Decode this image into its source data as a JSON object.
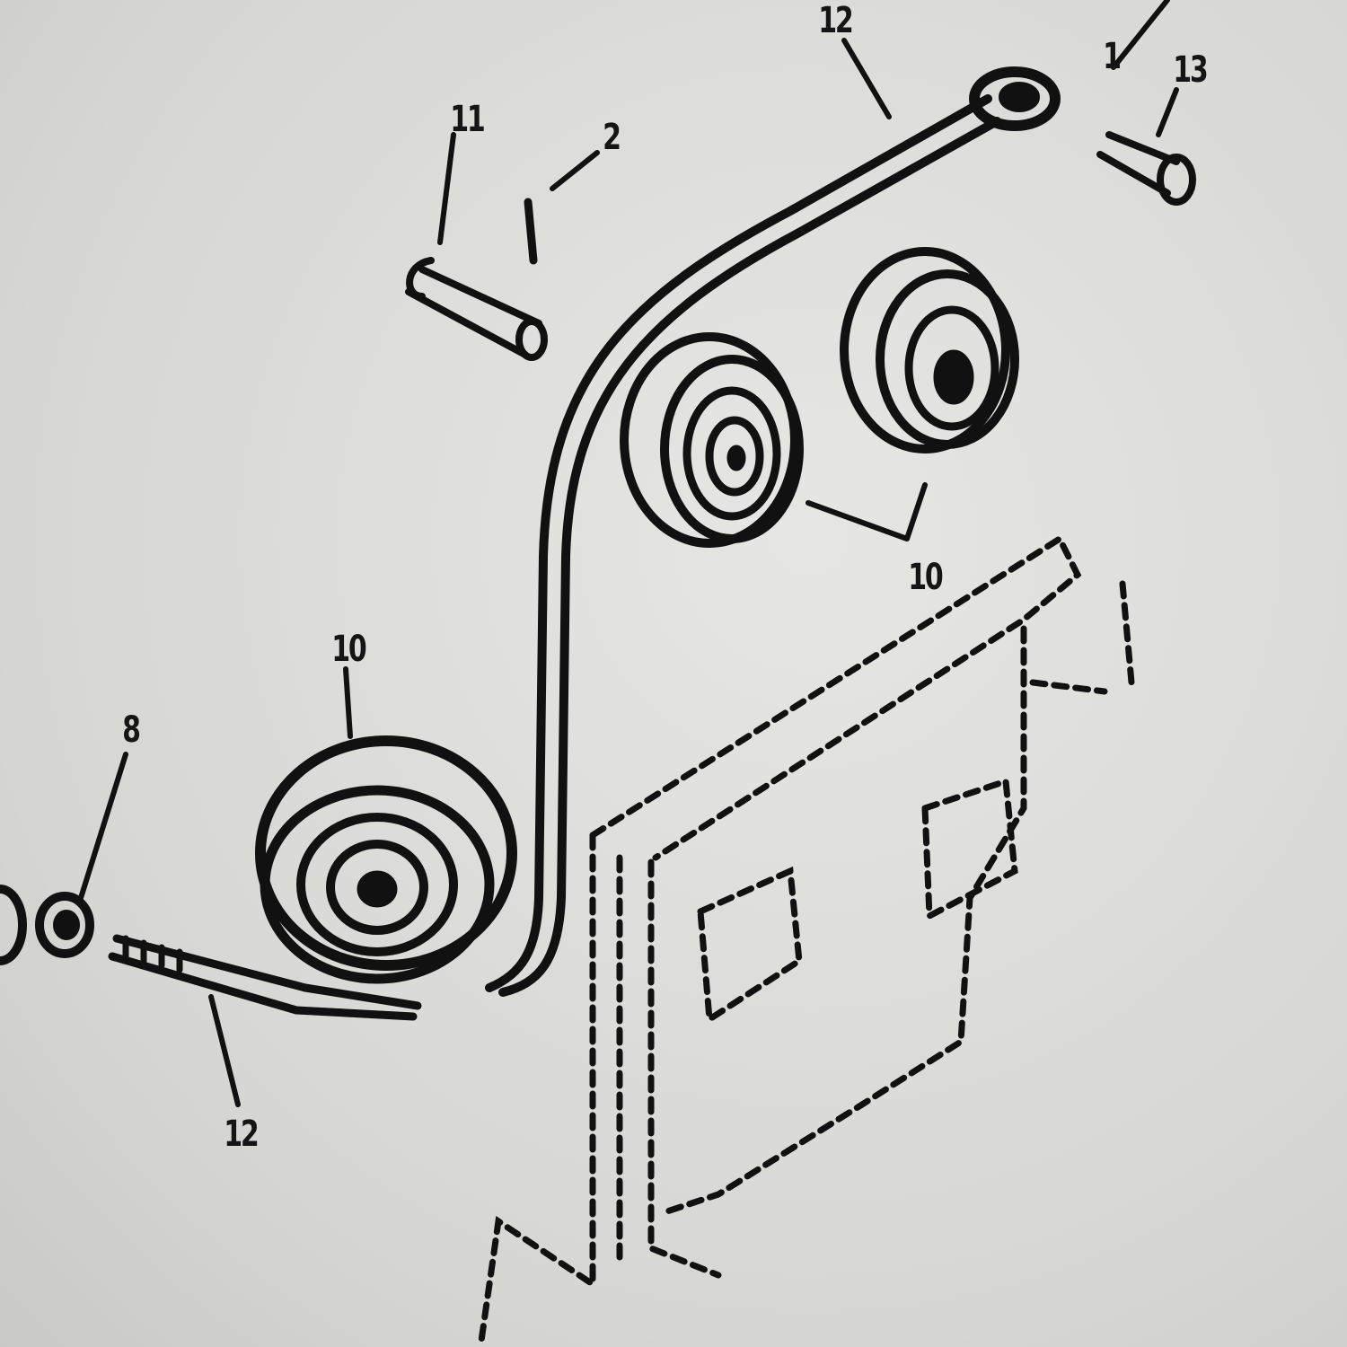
{
  "diagram": {
    "type": "exploded parts illustration",
    "callouts": [
      {
        "id": "top-12",
        "text": "12"
      },
      {
        "id": "top-11",
        "text": "11"
      },
      {
        "id": "top-2",
        "text": "2"
      },
      {
        "id": "top-13",
        "text": "13"
      },
      {
        "id": "top-1",
        "text": "1"
      },
      {
        "id": "mid-10",
        "text": "10"
      },
      {
        "id": "left-10",
        "text": "10"
      },
      {
        "id": "left-8",
        "text": "8"
      },
      {
        "id": "bottom-12",
        "text": "12"
      }
    ],
    "colors": {
      "ink": "#111111",
      "paper": "#dcdcd9"
    }
  }
}
